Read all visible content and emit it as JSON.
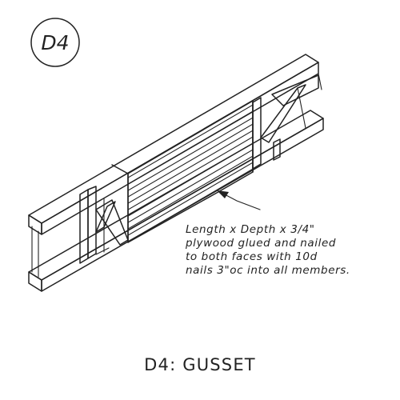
{
  "detail": {
    "badge": "D4",
    "title": "D4: GUSSET"
  },
  "note": {
    "lines": [
      "Length x Depth x 3/4\"",
      "plywood glued and nailed",
      "to both faces with 10d",
      "nails 3\"oc into all members."
    ]
  }
}
